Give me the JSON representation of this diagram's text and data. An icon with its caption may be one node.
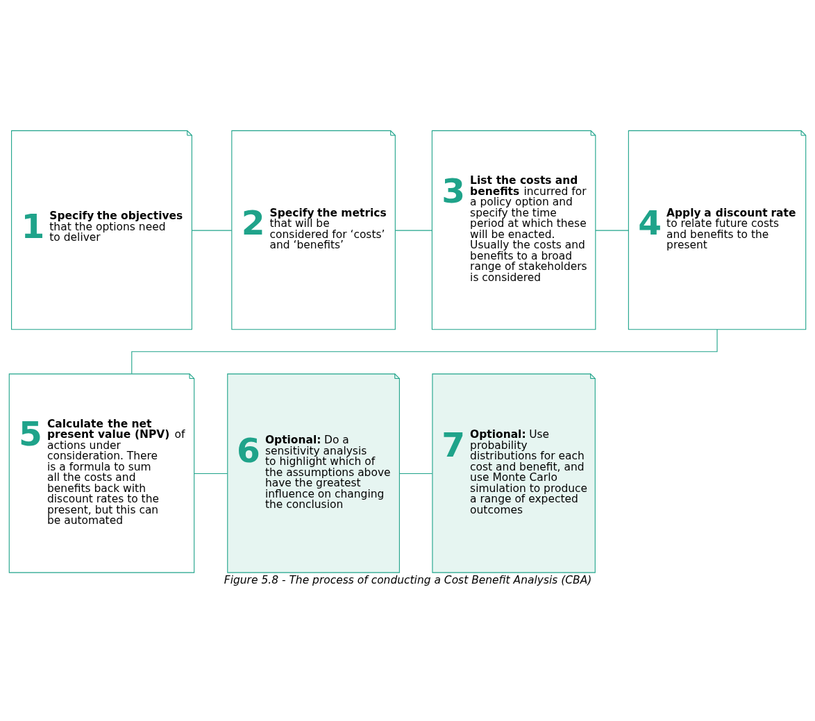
{
  "diagram": {
    "caption": "Figure 5.8 - The process of conducting a Cost Benefit Analysis (CBA)",
    "nodes": [
      {
        "text": [
          "1",
          "**Specify the objectives** that the options need to deliver"
        ]
      },
      {
        "text": [
          "2",
          "**Specify the metrics** that will be considered for ‘costs’ and ‘benefits’"
        ]
      },
      {
        "text": [
          "3",
          "**List the costs and benefits** incurred for a policy option and specify the time period at which these will be enacted. Usually the costs and benefits to a broad range of stakeholders is considered"
        ]
      },
      {
        "text": [
          "4",
          "**Apply a discount rate** to relate future costs and benefits to the present"
        ]
      },
      {
        "text": [
          "5",
          "**Calculate the net present value (NPV)** of actions under consideration. There is a formula to sum all the costs and benefits back with discount rates to the present, but this can be automated"
        ]
      },
      {
        "text": [
          "6",
          "**Optional:** Do a sensitivity analysis to highlight which of the assumptions above have the greatest influence on changing the conclusion"
        ]
      },
      {
        "text": [
          "7",
          "**Optional:** Use probability distributions for each cost and benefit, and use Monte Carlo simulation to produce a range of expected outcomes"
        ]
      }
    ],
    "edges": [
      {
        "from": 0,
        "to": 1,
        "arrow": "none"
      },
      {
        "from": 1,
        "to": 2,
        "arrow": "none"
      },
      {
        "from": 2,
        "to": 3,
        "arrow": "none"
      },
      {
        "from": 3,
        "to": 4,
        "arrow": "none"
      },
      {
        "from": 4,
        "to": 5,
        "arrow": "none"
      },
      {
        "from": 5,
        "to": 6,
        "arrow": "none"
      }
    ]
  }
}
